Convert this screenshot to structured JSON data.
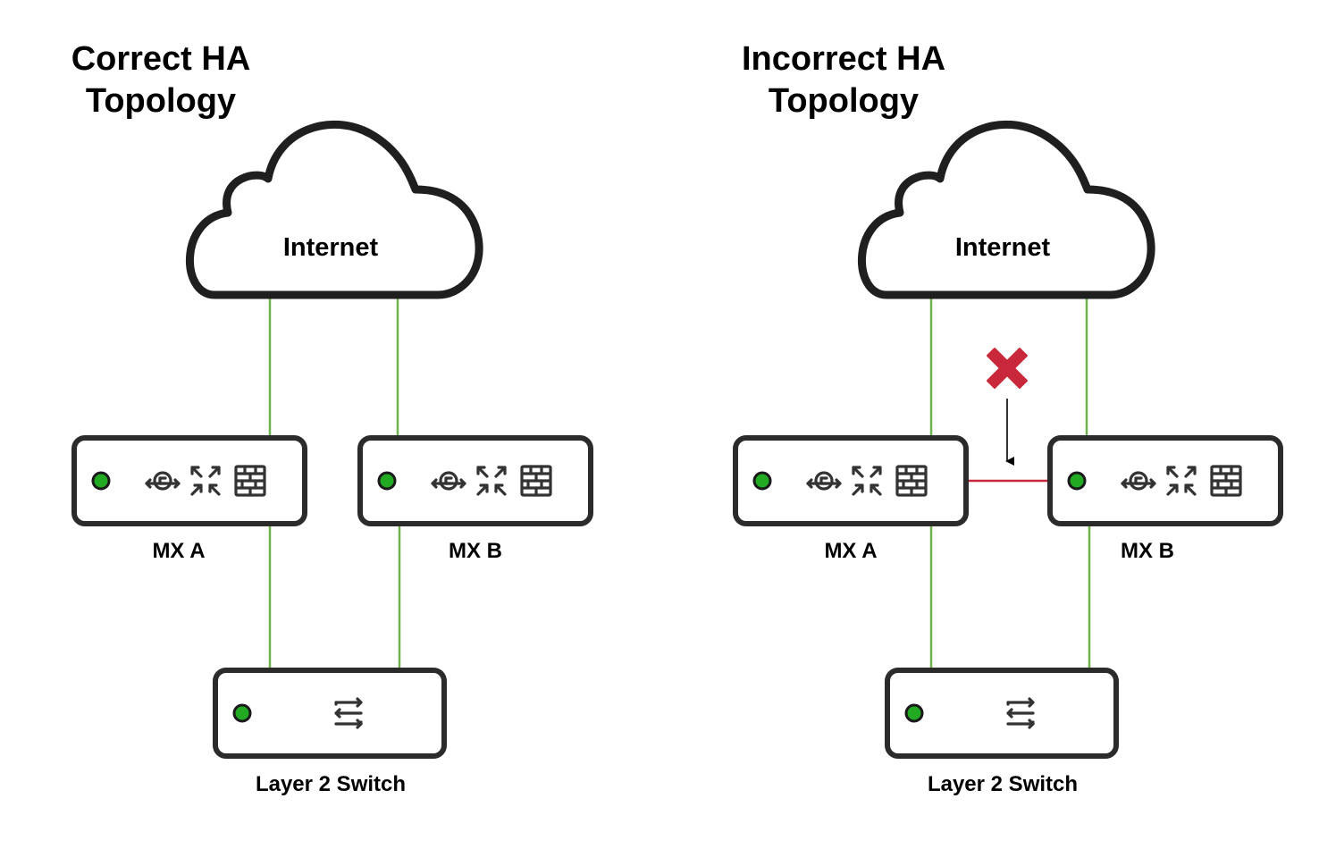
{
  "colors": {
    "link": "#6fb24f",
    "fault": "#c8283a",
    "status_led": "#22aa22",
    "device_border": "#2b2b2b"
  },
  "correct": {
    "title_line1": "Correct HA",
    "title_line2": "Topology",
    "cloud_label": "Internet",
    "mx_a_label": "MX A",
    "mx_b_label": "MX B",
    "switch_label": "Layer 2 Switch"
  },
  "incorrect": {
    "title_line1": "Incorrect HA",
    "title_line2": "Topology",
    "cloud_label": "Internet",
    "mx_a_label": "MX A",
    "mx_b_label": "MX B",
    "switch_label": "Layer 2 Switch"
  },
  "icons": {
    "mx": [
      "vpn-key-icon",
      "crossover-arrows-icon",
      "firewall-icon"
    ],
    "switch": [
      "switch-arrows-icon"
    ],
    "fault_marker": "red-x-icon"
  }
}
